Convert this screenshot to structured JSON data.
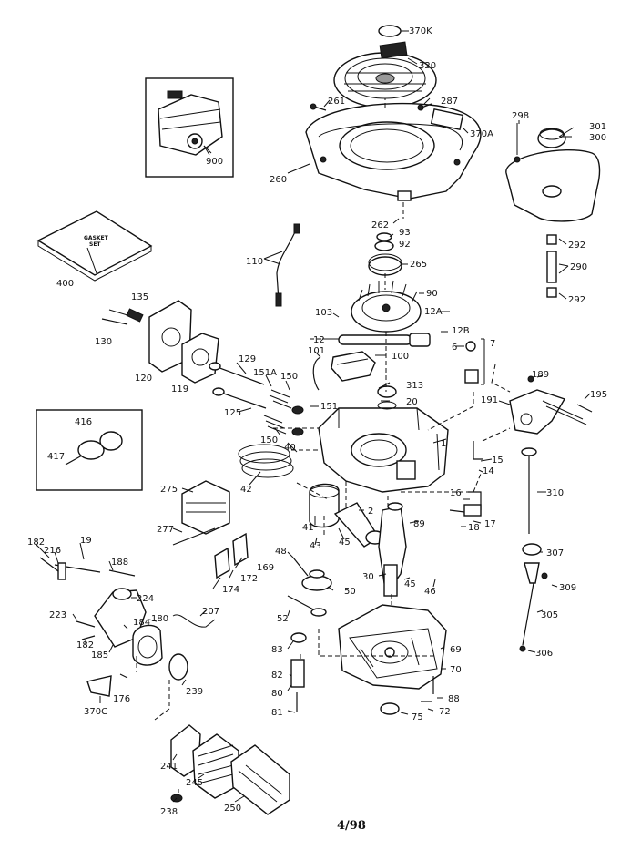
{
  "footer": {
    "page": "4/98"
  },
  "labels": {
    "p370K": "370K",
    "p320": "320",
    "p261": "261",
    "p287": "287",
    "p370A": "370A",
    "p260": "260",
    "p900": "900",
    "p298": "298",
    "p301": "301",
    "p300": "300",
    "p262": "262",
    "p93": "93",
    "p92": "92",
    "p292a": "292",
    "p290": "290",
    "p292b": "292",
    "p400": "400",
    "p110": "110",
    "p265": "265",
    "p90": "90",
    "p135": "135",
    "p130": "130",
    "p103": "103",
    "p12A": "12A",
    "p12B": "12B",
    "p12": "12",
    "p6": "6",
    "p7": "7",
    "p101": "101",
    "p100": "100",
    "p129": "129",
    "p120": "120",
    "p119": "119",
    "p151A": "151A",
    "p150a": "150",
    "p313": "313",
    "p20": "20",
    "p189": "189",
    "p151": "151",
    "p191": "191",
    "p195": "195",
    "p125": "125",
    "p150b": "150",
    "p416": "416",
    "p417": "417",
    "p1": "1",
    "p40": "40",
    "p15": "15",
    "p14": "14",
    "p42": "42",
    "p310": "310",
    "p275": "275",
    "p16": "16",
    "p2": "2",
    "p41": "41",
    "p89": "89",
    "p17": "17",
    "p18": "18",
    "p277": "277",
    "p43": "43",
    "p45a": "45",
    "p182a": "182",
    "p216": "216",
    "p19": "19",
    "p188": "188",
    "p48": "48",
    "p307": "307",
    "p169": "169",
    "p174": "174",
    "p172": "172",
    "p30": "30",
    "p45b": "45",
    "p46": "46",
    "p309": "309",
    "p224": "224",
    "p50": "50",
    "p207": "207",
    "p223": "223",
    "p180": "180",
    "p184": "184",
    "p52": "52",
    "p305": "305",
    "p182b": "182",
    "p185": "185",
    "p83": "83",
    "p69": "69",
    "p306": "306",
    "p176": "176",
    "p239": "239",
    "p70": "70",
    "p82": "82",
    "p370C": "370C",
    "p80": "80",
    "p88": "88",
    "p81": "81",
    "p75": "75",
    "p72": "72",
    "p241": "241",
    "p245": "245",
    "p238": "238",
    "p250": "250"
  },
  "gasket_box": {
    "line1": "GASKET",
    "line2": "SET"
  },
  "icons": [
    "engine-illustration",
    "exploded-parts-diagram"
  ]
}
